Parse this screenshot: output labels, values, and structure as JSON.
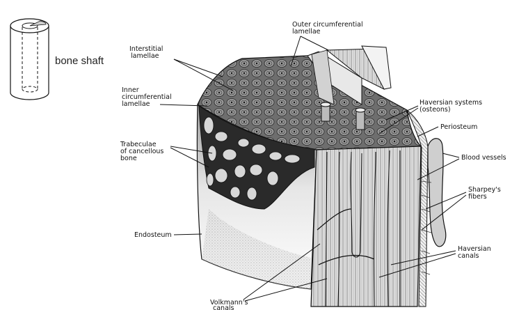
{
  "inset": {
    "caption": "bone shaft"
  },
  "labels": {
    "outer_circumferential_lamellae": [
      "Outer circumferential",
      "lamellae"
    ],
    "interstitial_lamellae": [
      "Interstitial",
      "lamellae"
    ],
    "inner_circumferential_lamellae": [
      "Inner",
      "circumferential",
      "lamellae"
    ],
    "trabeculae": [
      "Trabeculae",
      "of cancellous",
      "bone"
    ],
    "haversian_systems": [
      "Haversian systems",
      "(osteons)"
    ],
    "periosteum": [
      "Periosteum"
    ],
    "blood_vessels": [
      "Blood vessels"
    ],
    "sharpeys_fibers": [
      "Sharpey's",
      "fibers"
    ],
    "endosteum": [
      "Endosteum"
    ],
    "haversian_canals": [
      "Haversian",
      "canals"
    ],
    "volkmanns_canals": [
      "Volkmann's",
      "canals"
    ]
  },
  "colors": {
    "ink": "#111111",
    "shade_dark": "#3a3a3a",
    "shade_mid": "#8a8a8a",
    "shade_light": "#cfcfcf",
    "paper": "#ffffff"
  }
}
